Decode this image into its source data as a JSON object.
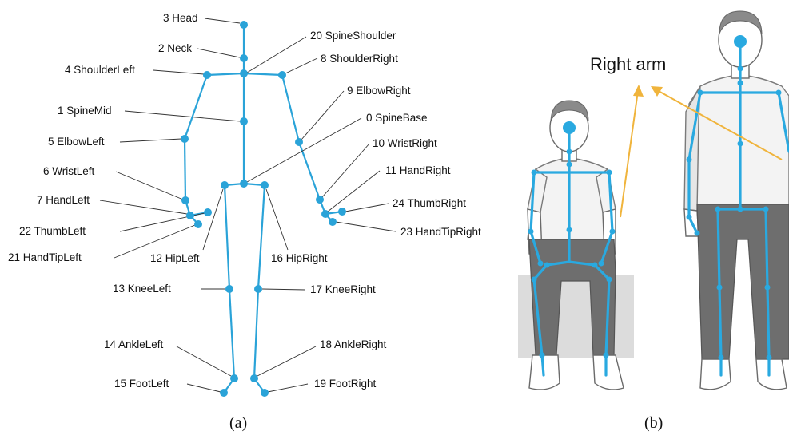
{
  "panel_a": {
    "caption": "(a)",
    "joints": [
      {
        "id": "head",
        "label": "3 Head"
      },
      {
        "id": "neck",
        "label": "2 Neck"
      },
      {
        "id": "spine-shoulder",
        "label": "20 SpineShoulder"
      },
      {
        "id": "shoulder-right",
        "label": "8 ShoulderRight"
      },
      {
        "id": "shoulder-left",
        "label": "4 ShoulderLeft"
      },
      {
        "id": "elbow-right",
        "label": "9 ElbowRight"
      },
      {
        "id": "spine-mid",
        "label": "1 SpineMid"
      },
      {
        "id": "spine-base",
        "label": "0 SpineBase"
      },
      {
        "id": "elbow-left",
        "label": "5 ElbowLeft"
      },
      {
        "id": "wrist-right",
        "label": "10 WristRight"
      },
      {
        "id": "wrist-left",
        "label": "6 WristLeft"
      },
      {
        "id": "hand-right",
        "label": "11 HandRight"
      },
      {
        "id": "hand-left",
        "label": "7 HandLeft"
      },
      {
        "id": "thumb-right",
        "label": "24 ThumbRight"
      },
      {
        "id": "thumb-left",
        "label": "22 ThumbLeft"
      },
      {
        "id": "hand-tip-right",
        "label": "23 HandTipRight"
      },
      {
        "id": "hand-tip-left",
        "label": "21 HandTipLeft"
      },
      {
        "id": "hip-left",
        "label": "12 HipLeft"
      },
      {
        "id": "hip-right",
        "label": "16 HipRight"
      },
      {
        "id": "knee-left",
        "label": "13 KneeLeft"
      },
      {
        "id": "knee-right",
        "label": "17 KneeRight"
      },
      {
        "id": "ankle-left",
        "label": "14 AnkleLeft"
      },
      {
        "id": "ankle-right",
        "label": "18 AnkleRight"
      },
      {
        "id": "foot-left",
        "label": "15 FootLeft"
      },
      {
        "id": "foot-right",
        "label": "19 FootRight"
      }
    ]
  },
  "panel_b": {
    "caption": "(b)",
    "annotation": "Right arm"
  },
  "colors": {
    "skeleton": "#2aa3d8",
    "arrow": "#f0b43c"
  }
}
